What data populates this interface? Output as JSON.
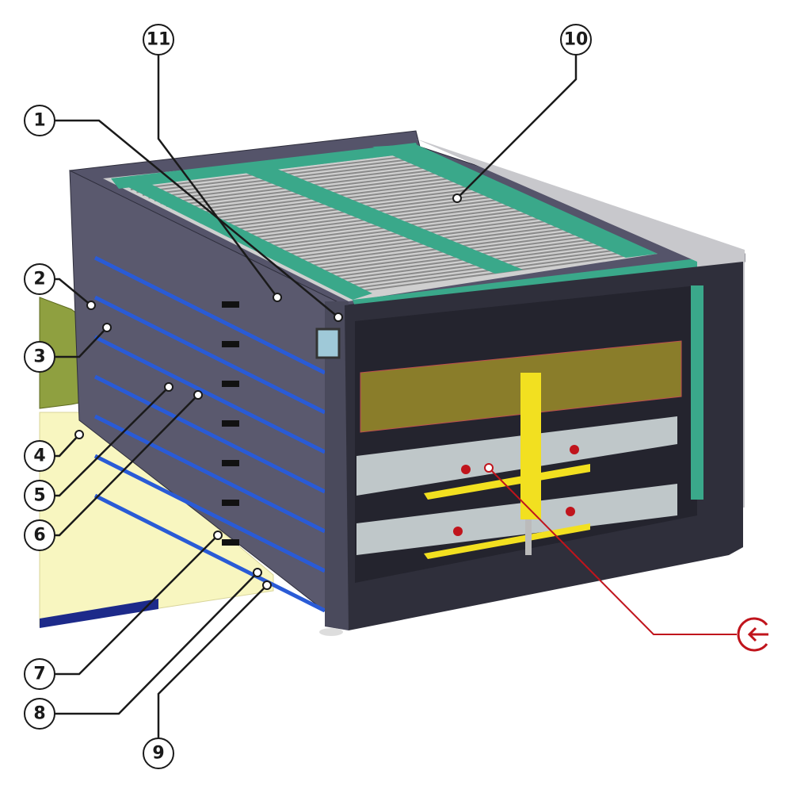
{
  "diagram": {
    "callouts": [
      {
        "label": "1"
      },
      {
        "label": "2"
      },
      {
        "label": "3"
      },
      {
        "label": "4"
      },
      {
        "label": "5"
      },
      {
        "label": "6"
      },
      {
        "label": "7"
      },
      {
        "label": "8"
      },
      {
        "label": "9"
      },
      {
        "label": "10"
      },
      {
        "label": "11"
      }
    ],
    "colors": {
      "frame": "#55546a",
      "frame_dark": "#2e2e3c",
      "rail_green": "#3aa88a",
      "rollers": "#c9c9c9",
      "blue_strip": "#2a5bd6",
      "glass_yellow": "#f8f6c0",
      "accent_red": "#c0141c",
      "heater_yellow": "#f2e020",
      "leader": "#1a1a1a"
    },
    "arrow_callout_icon": "arrow-left-circle-icon"
  }
}
